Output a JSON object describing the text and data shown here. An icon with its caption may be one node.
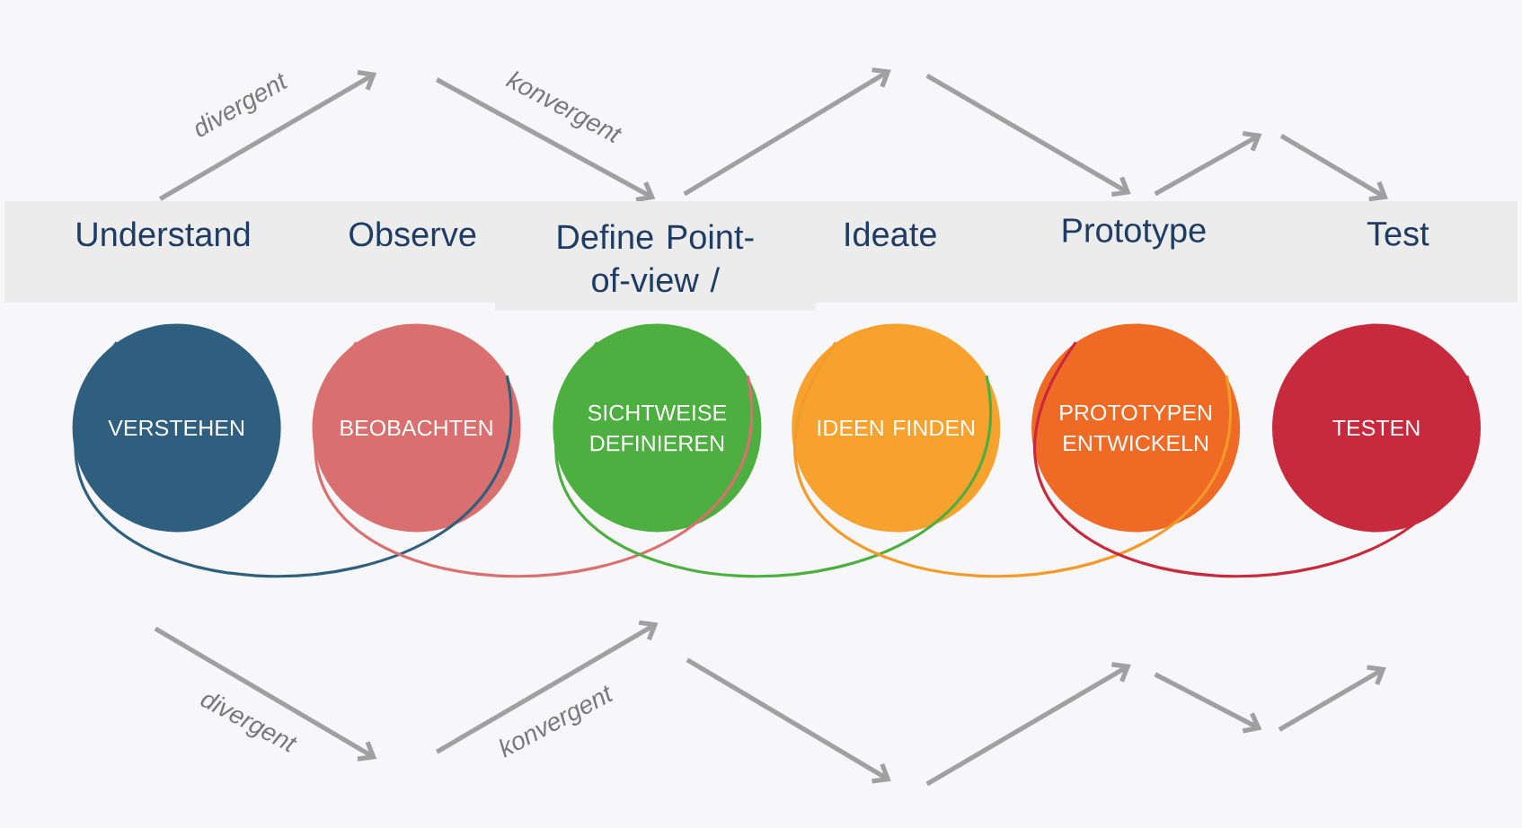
{
  "diagram": {
    "nodes": [
      {
        "text": [
          "Understand",
          "Observe",
          "Define Point-of-view /",
          "Ideate",
          "Prototype",
          "Test"
        ]
      },
      {
        "text": [
          "VERSTEHEN"
        ]
      },
      {
        "text": [
          "BEOBACHTEN"
        ]
      },
      {
        "text": [
          "SICHTWEISE DEFINIEREN"
        ]
      },
      {
        "text": [
          "IDEEN FINDEN"
        ]
      },
      {
        "text": [
          "PROTOTYPEN ENTWICKELN"
        ]
      },
      {
        "text": [
          "TESTEN"
        ]
      }
    ],
    "edges": [
      {
        "from": 1,
        "to": 2,
        "arrow": "none",
        "color": "#2f5f7f"
      },
      {
        "from": 2,
        "to": 3,
        "arrow": "none",
        "color": "#d9706f"
      },
      {
        "from": 3,
        "to": 4,
        "arrow": "none",
        "color": "#4caf3f"
      },
      {
        "from": 4,
        "to": 5,
        "arrow": "none",
        "color": "#f39a2a"
      },
      {
        "from": 5,
        "to": 6,
        "arrow": "none",
        "color": "#c72a3c"
      }
    ],
    "labels": [
      "divergent",
      "konvergent",
      "divergent",
      "konvergent"
    ]
  }
}
